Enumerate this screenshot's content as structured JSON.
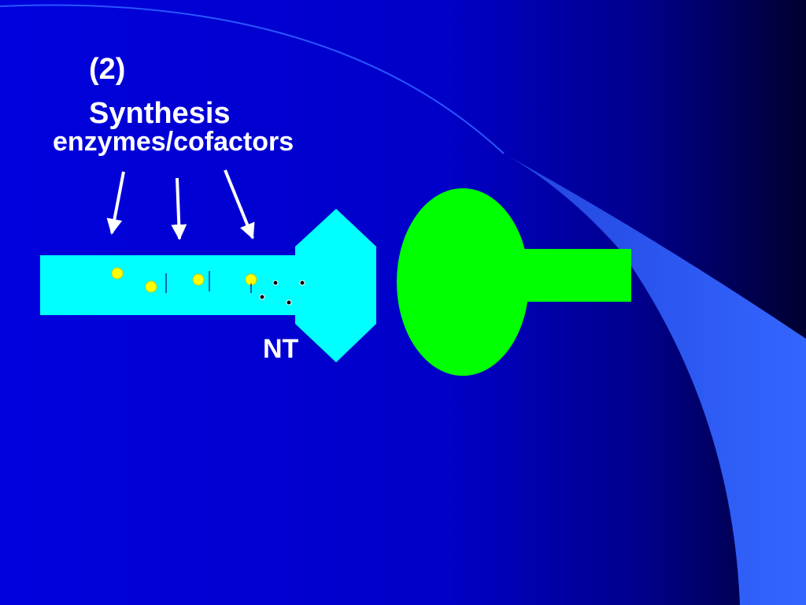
{
  "slide": {
    "title_number": "(2)",
    "title_word": "Synthesis",
    "enzymes_label": "enzymes/cofactors",
    "nt_label": "NT"
  },
  "colors": {
    "background_start": "#0000d8",
    "background_end": "#000033",
    "swoosh_light": "#3366ff",
    "axon": "#00ffff",
    "receptor_cell": "#00ff00",
    "molecule": "#ffff00",
    "arrow": "#ffffff",
    "nt_dot": "#000000"
  },
  "diagram": {
    "arrow_count": 3,
    "precursor_molecule_count": 4,
    "nt_molecule_count": 4
  }
}
